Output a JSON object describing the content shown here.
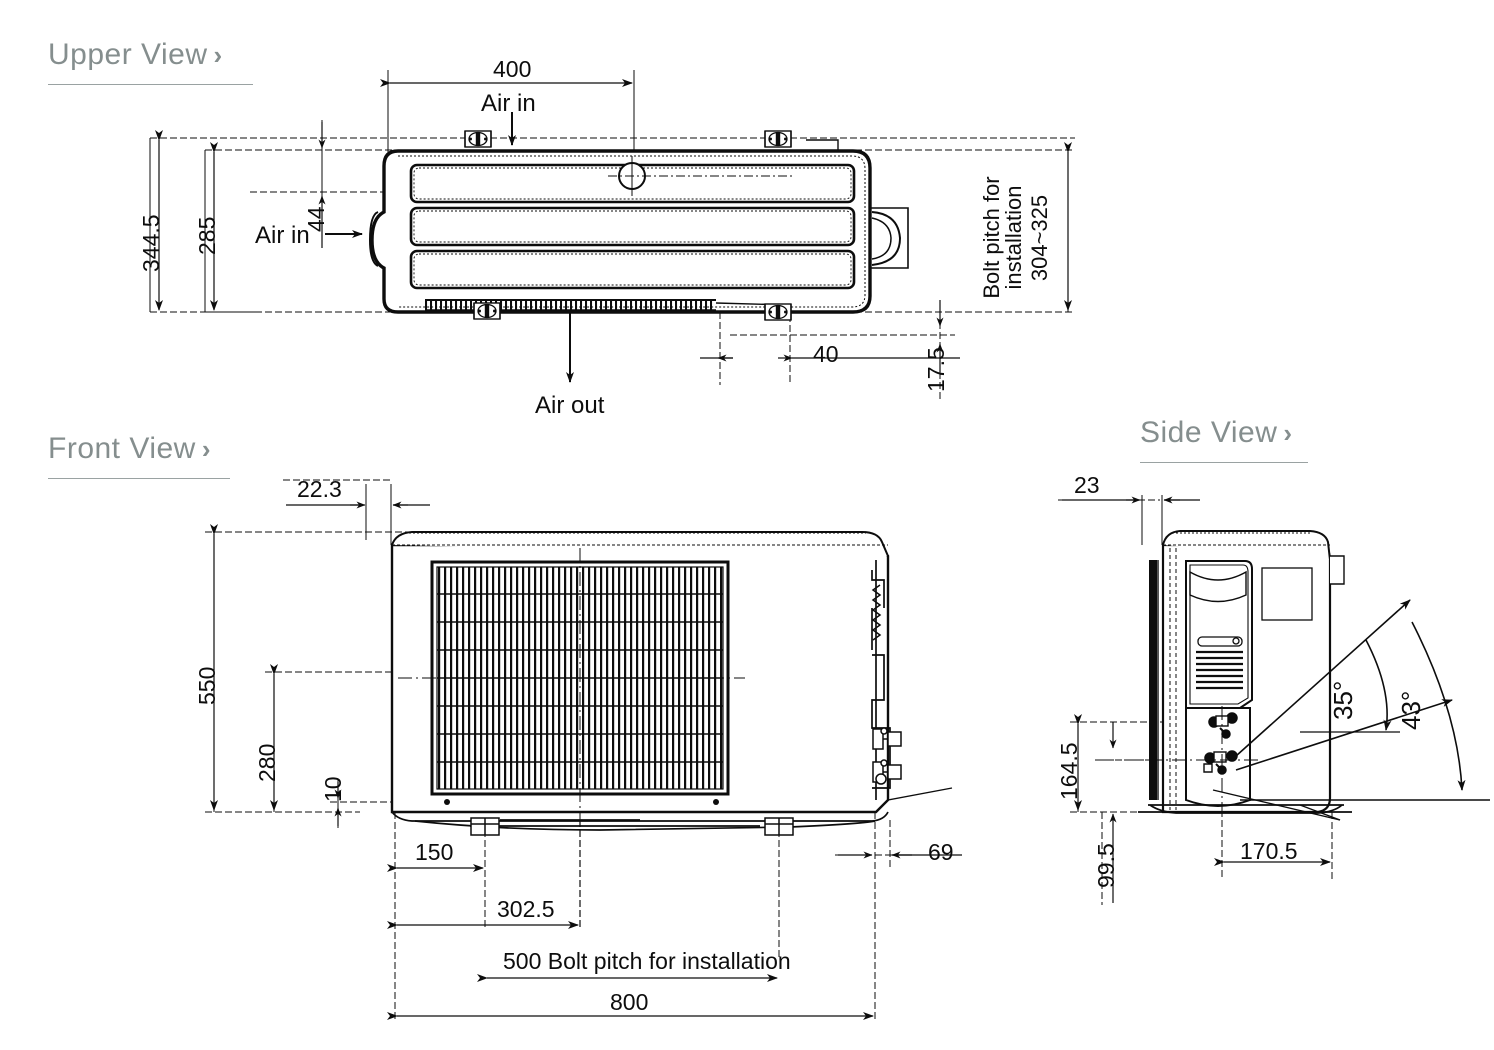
{
  "document": {
    "type": "technical-dimension-drawing",
    "subject": "air conditioner outdoor unit",
    "units": "mm",
    "header_color": "#858e8e",
    "line_color": "#0d0d0d"
  },
  "views": {
    "upper": {
      "title": "Upper View",
      "chevron": "›"
    },
    "front": {
      "title": "Front View",
      "chevron": "›"
    },
    "side": {
      "title": "Side View",
      "chevron": "›"
    }
  },
  "upper_view": {
    "dimensions": {
      "width_to_air_in": "400",
      "overall_depth": "344.5",
      "body_depth": "285",
      "front_offset": "44",
      "foot_offset": "40",
      "rear_offset": "17.5"
    },
    "labels": {
      "air_in_top": "Air in",
      "air_in_side": "Air in",
      "air_out": "Air out",
      "arrow_down": "↓",
      "arrow_right": "→",
      "bolt_pitch_line1": "Bolt pitch for",
      "bolt_pitch_line2": "installation",
      "bolt_pitch_value": "304~325"
    }
  },
  "front_view": {
    "dimensions": {
      "top_offset": "22.3",
      "overall_height": "550",
      "coil_height": "280",
      "base_height": "10",
      "left_foot": "150",
      "mid_offset": "302.5",
      "bolt_pitch": "500 Bolt pitch for installation",
      "overall_width": "800",
      "right_offset": "69"
    }
  },
  "side_view": {
    "dimensions": {
      "top_offset": "23",
      "upper_height": "164.5",
      "lower_height": "99.5",
      "depth": "170.5",
      "angle_inner": "35°",
      "angle_outer": "43°"
    }
  },
  "chart_data": {
    "type": "table",
    "title": "Outdoor unit dimensions (mm)",
    "categories": [
      "Upper View",
      "Front View",
      "Side View"
    ],
    "series": [
      {
        "name": "Upper View",
        "values": [
          400,
          344.5,
          285,
          44,
          40,
          17.5
        ],
        "labels": [
          "400",
          "344.5",
          "285",
          "44",
          "40",
          "17.5"
        ]
      },
      {
        "name": "Front View",
        "values": [
          22.3,
          550,
          280,
          10,
          150,
          302.5,
          500,
          800,
          69
        ],
        "labels": [
          "22.3",
          "550",
          "280",
          "10",
          "150",
          "302.5",
          "500",
          "800",
          "69"
        ]
      },
      {
        "name": "Side View",
        "values": [
          23,
          164.5,
          99.5,
          170.5,
          35,
          43
        ],
        "labels": [
          "23",
          "164.5",
          "99.5",
          "170.5",
          "35°",
          "43°"
        ]
      }
    ]
  }
}
